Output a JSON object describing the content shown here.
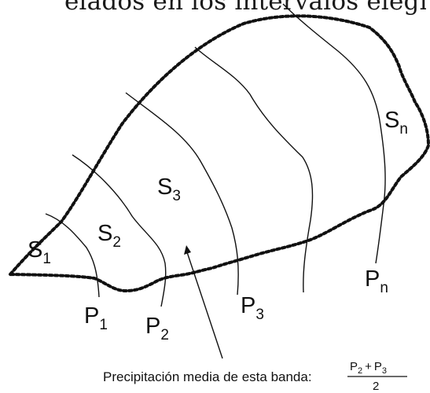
{
  "header_fragment": "elados en los intervalos elegidos. El",
  "regions": [
    {
      "letter": "S",
      "sub": "1"
    },
    {
      "letter": "S",
      "sub": "2"
    },
    {
      "letter": "S",
      "sub": "3"
    },
    {
      "letter": "S",
      "sub": "n"
    }
  ],
  "isohyets": [
    {
      "letter": "P",
      "sub": "1"
    },
    {
      "letter": "P",
      "sub": "2"
    },
    {
      "letter": "P",
      "sub": "3"
    },
    {
      "letter": "P",
      "sub": "n"
    }
  ],
  "caption": {
    "text": "Precipitación media de esta banda:",
    "numerator": {
      "a": "P",
      "a_sub": "2",
      "op": "+",
      "b": "P",
      "b_sub": "3"
    },
    "denominator": "2"
  },
  "colors": {
    "ink": "#111111",
    "background": "#ffffff"
  }
}
